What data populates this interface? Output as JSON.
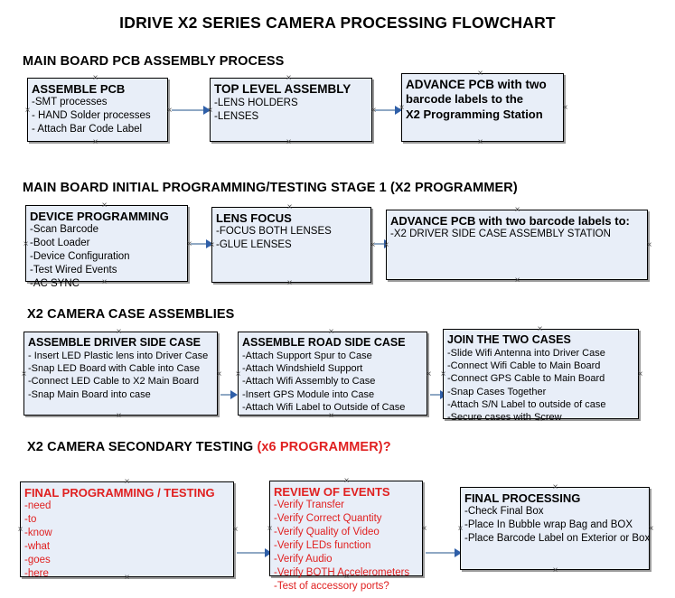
{
  "document": {
    "title": "IDRIVE X2  SERIES CAMERA PROCESSING FLOWCHART"
  },
  "colors": {
    "node_fill": "#e8eef8",
    "node_border": "#000000",
    "connector": "#8fa8c4",
    "arrowhead": "#2f5fa8",
    "accent_red": "#e02020",
    "text": "#000000"
  },
  "sections": [
    {
      "id": "main-board-pcb-assembly-process",
      "heading": "MAIN BOARD PCB ASSEMBLY PROCESS",
      "heading_accent": "",
      "nodes": [
        {
          "id": "assemble-pcb",
          "head": "ASSEMBLE PCB",
          "lines": [
            "-SMT processes",
            "- HAND Solder processes",
            "- Attach Bar Code Label"
          ]
        },
        {
          "id": "top-level-assembly",
          "head": "TOP LEVEL ASSEMBLY",
          "lines": [
            "-LENS HOLDERS",
            "-LENSES"
          ]
        },
        {
          "id": "advance-pcb-programming-station",
          "head": "ADVANCE PCB with two",
          "lines": [
            "barcode labels to the",
            " X2 Programming Station"
          ]
        }
      ]
    },
    {
      "id": "main-board-initial-programming",
      "heading": "MAIN BOARD INITIAL PROGRAMMING/TESTING STAGE 1 (X2 PROGRAMMER)",
      "heading_accent": "",
      "nodes": [
        {
          "id": "device-programming",
          "head": "DEVICE PROGRAMMING",
          "lines": [
            "-Scan Barcode",
            "-Boot Loader",
            "-Device Configuration",
            "-Test Wired Events",
            "-AC SYNC"
          ]
        },
        {
          "id": "lens-focus",
          "head": "LENS FOCUS",
          "lines": [
            "-FOCUS BOTH LENSES",
            "-GLUE LENSES"
          ]
        },
        {
          "id": "advance-pcb-driver-side-case",
          "head": "ADVANCE PCB with two barcode labels to:",
          "lines": [
            "-X2 DRIVER  SIDE  CASE  ASSEMBLY STATION"
          ]
        }
      ]
    },
    {
      "id": "x2-camera-case-assemblies",
      "heading": "X2 CAMERA CASE ASSEMBLIES",
      "heading_accent": "",
      "nodes": [
        {
          "id": "assemble-driver-side-case",
          "head": "ASSEMBLE DRIVER SIDE CASE",
          "lines": [
            "- Insert LED Plastic lens into Driver Case",
            "-Snap LED Board with Cable into Case",
            "-Connect LED Cable to X2 Main Board",
            "-Snap Main Board into case"
          ]
        },
        {
          "id": "assemble-road-side-case",
          "head": "ASSEMBLE ROAD SIDE CASE",
          "lines": [
            "-Attach Support Spur to Case",
            "-Attach Windshield Support",
            "-Attach Wifi Assembly to Case",
            "-Insert GPS Module into Case",
            "-Attach Wifi Label to Outside of Case"
          ]
        },
        {
          "id": "join-the-two-cases",
          "head": "JOIN THE TWO CASES",
          "lines": [
            "-Slide Wifi Antenna into Driver Case",
            "-Connect Wifi Cable to Main Board",
            "-Connect GPS Cable to Main Board",
            "-Snap Cases Together",
            "-Attach S/N Label to outside of case",
            "-Secure cases with Screw"
          ]
        }
      ]
    },
    {
      "id": "x2-camera-secondary-testing",
      "heading": "X2 CAMERA SECONDARY TESTING ",
      "heading_accent": "(x6 PROGRAMMER)?",
      "nodes": [
        {
          "id": "final-programming-testing",
          "head": "FINAL PROGRAMMING / TESTING",
          "lines": [
            "-need",
            "-to",
            "-know",
            "-what",
            "-goes",
            "-here"
          ]
        },
        {
          "id": "review-of-events",
          "head": "REVIEW OF EVENTS",
          "lines": [
            "-Verify Transfer",
            "-Verify Correct Quantity",
            "-Verify Quality of Video",
            "-Verify LEDs function",
            "-Verify Audio",
            "-Verify BOTH Accelerometers",
            "-Test of accessory ports?"
          ]
        },
        {
          "id": "final-processing",
          "head": "FINAL PROCESSING",
          "lines": [
            " -Check Final Box",
            "-Place In Bubble wrap Bag and BOX",
            "-Place Barcode Label on Exterior or Box"
          ]
        }
      ]
    }
  ]
}
